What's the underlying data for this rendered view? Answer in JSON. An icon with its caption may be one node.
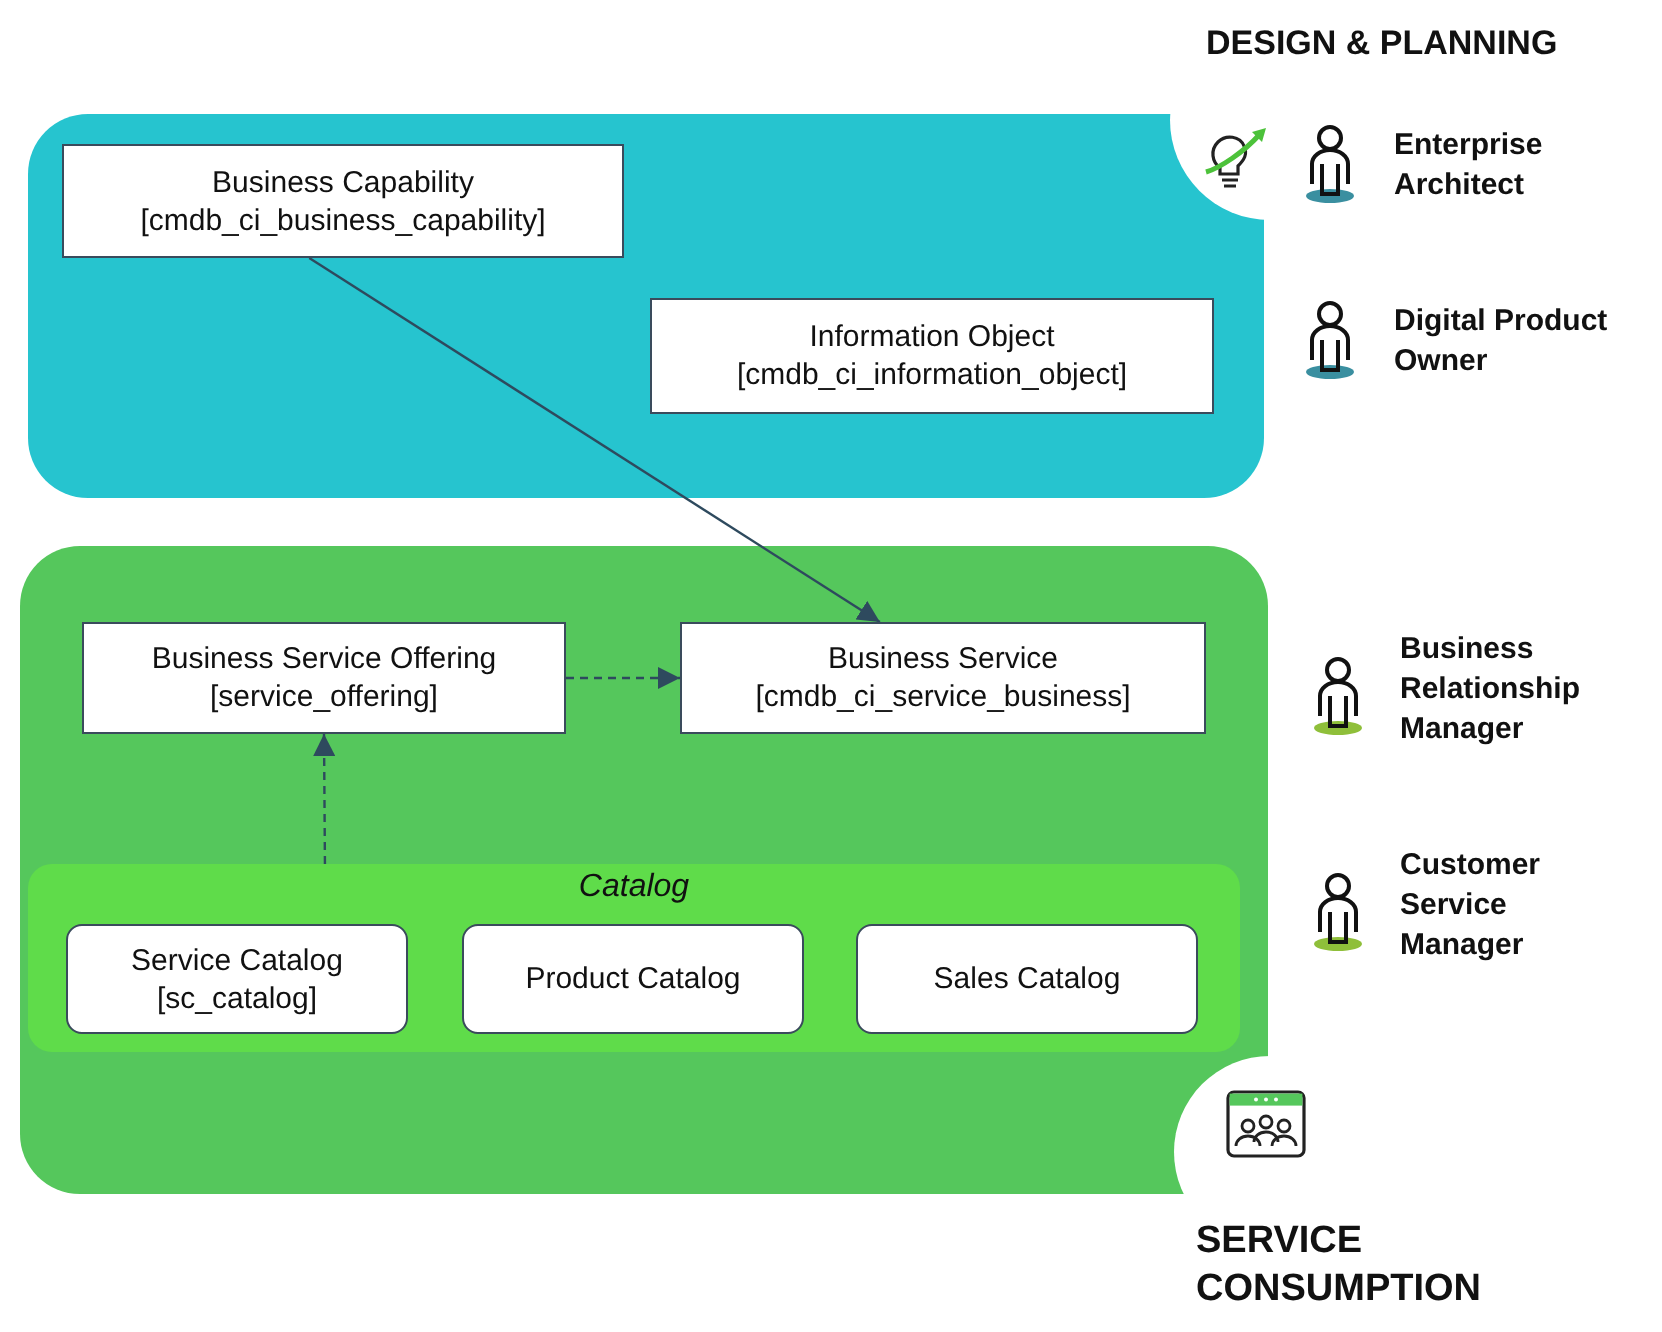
{
  "diagram": {
    "nodes": [
      {
        "text": [],
        "shape": "box"
      },
      {
        "text": [
          "Business Capability [cmdb_ci_business_capability]"
        ],
        "in": 0
      },
      {
        "text": [
          "Information Object [cmdb_ci_information_object]"
        ],
        "in": 0
      },
      {
        "text": [],
        "shape": "box"
      },
      {
        "text": [
          "Business Service Offering [service_offering]"
        ],
        "in": 3
      },
      {
        "text": [
          "Business Service [cmdb_ci_service_business]"
        ],
        "in": 3
      },
      {
        "text": [
          "Catalog"
        ],
        "in": 3
      },
      {
        "text": [
          "Service Catalog [sc_catalog]"
        ],
        "in": 6
      },
      {
        "text": [
          "Product Catalog"
        ],
        "in": 6
      },
      {
        "text": [
          "Sales Catalog"
        ],
        "in": 6
      }
    ],
    "edges": [
      {
        "from": 1,
        "to": 5,
        "arrow": "to"
      },
      {
        "from": 4,
        "to": 5,
        "arrow": "to",
        "style": "dashed"
      },
      {
        "from": 6,
        "to": 4,
        "arrow": "to",
        "style": "dashed"
      }
    ],
    "labels": [
      "DESIGN & PLANNING",
      "Enterprise Architect",
      "Digital Product Owner",
      "Business Relationship Manager",
      "Customer Service Manager",
      "SERVICE CONSUMPTION"
    ]
  }
}
